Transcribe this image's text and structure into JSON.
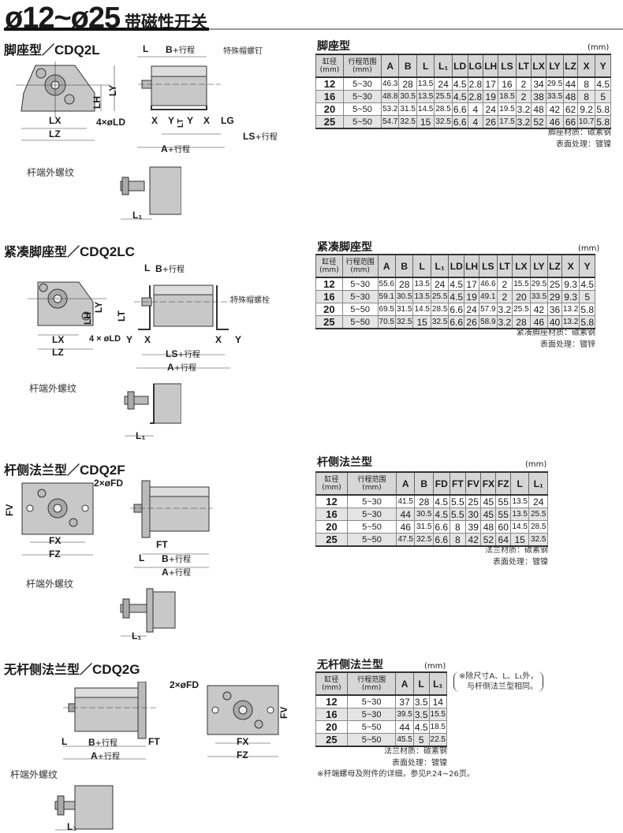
{
  "header": {
    "title": "ø12~ø25",
    "subtitle": "带磁性开关"
  },
  "sections": [
    {
      "title": "脚座型／",
      "model": "CDQ2L",
      "labels": {
        "L": "L",
        "B": "B",
        "stroke": "+行程",
        "screw": "特殊帽螺钉",
        "X": "X",
        "Y": "Y",
        "LT": "LT",
        "LG": "LG",
        "LS": "LS",
        "A": "A",
        "LX": "LX",
        "LZ": "LZ",
        "LH": "LH",
        "LY": "LY",
        "LD": "4×øLD",
        "rod": "杆端外螺纹",
        "L1": "L₁"
      }
    },
    {
      "title": "紧凑脚座型／",
      "model": "CDQ2LC",
      "labels": {
        "L": "L",
        "B": "B",
        "stroke": "+行程",
        "screw": "特殊帽螺栓",
        "X": "X",
        "Y": "Y",
        "LT": "LT",
        "LS": "LS",
        "A": "A",
        "LX": "LX",
        "LZ": "LZ",
        "LH": "LH",
        "LY": "LY",
        "LD": "4 × øLD",
        "rod": "杆端外螺纹",
        "L1": "L₁"
      }
    },
    {
      "title": "杆侧法兰型／",
      "model": "CDQ2F",
      "labels": {
        "FD": "2×øFD",
        "FV": "FV",
        "FX": "FX",
        "FZ": "FZ",
        "FT": "FT",
        "L": "L",
        "B": "B",
        "A": "A",
        "stroke": "+行程",
        "rod": "杆端外螺纹",
        "L1": "L₁"
      }
    },
    {
      "title": "无杆侧法兰型／",
      "model": "CDQ2G",
      "labels": {
        "FD": "2×øFD",
        "FV": "FV",
        "FX": "FX",
        "FZ": "FZ",
        "FT": "FT",
        "L": "L",
        "B": "B",
        "A": "A",
        "stroke": "+行程",
        "rod": "杆端外螺纹",
        "L1": "L₁"
      }
    }
  ],
  "tables": [
    {
      "title": "脚座型",
      "unit": "(mm)",
      "headers": [
        "缸径\n(mm)",
        "行程范围\n(mm)",
        "A",
        "B",
        "L",
        "L₁",
        "LD",
        "LG",
        "LH",
        "LS",
        "LT",
        "LX",
        "LY",
        "LZ",
        "X",
        "Y"
      ],
      "rows": [
        [
          "12",
          "5~30",
          "46.3",
          "28",
          "13.5",
          "24",
          "4.5",
          "2.8",
          "17",
          "16",
          "2",
          "34",
          "29.5",
          "44",
          "8",
          "4.5"
        ],
        [
          "16",
          "5~30",
          "48.8",
          "30.5",
          "13.5",
          "25.5",
          "4.5",
          "2.8",
          "19",
          "18.5",
          "2",
          "38",
          "33.5",
          "48",
          "8",
          "5"
        ],
        [
          "20",
          "5~50",
          "53.2",
          "31.5",
          "14.5",
          "28.5",
          "6.6",
          "4",
          "24",
          "19.5",
          "3.2",
          "48",
          "42",
          "62",
          "9.2",
          "5.8"
        ],
        [
          "25",
          "5~50",
          "54.7",
          "32.5",
          "15",
          "32.5",
          "6.6",
          "4",
          "26",
          "17.5",
          "3.2",
          "52",
          "46",
          "66",
          "10.7",
          "5.8"
        ]
      ],
      "notes": [
        "脚座材质：碳素钢",
        "表面处理：镀镍"
      ]
    },
    {
      "title": "紧凑脚座型",
      "unit": "(mm)",
      "headers": [
        "缸径\n(mm)",
        "行程范围\n(mm)",
        "A",
        "B",
        "L",
        "L₁",
        "LD",
        "LH",
        "LS",
        "LT",
        "LX",
        "LY",
        "LZ",
        "X",
        "Y"
      ],
      "rows": [
        [
          "12",
          "5~30",
          "55.6",
          "28",
          "13.5",
          "24",
          "4.5",
          "17",
          "46.6",
          "2",
          "15.5",
          "29.5",
          "25",
          "9.3",
          "4.5"
        ],
        [
          "16",
          "5~30",
          "59.1",
          "30.5",
          "13.5",
          "25.5",
          "4.5",
          "19",
          "49.1",
          "2",
          "20",
          "33.5",
          "29",
          "9.3",
          "5"
        ],
        [
          "20",
          "5~50",
          "69.5",
          "31.5",
          "14.5",
          "28.5",
          "6.6",
          "24",
          "57.9",
          "3.2",
          "25.5",
          "42",
          "36",
          "13.2",
          "5.8"
        ],
        [
          "25",
          "5~50",
          "70.5",
          "32.5",
          "15",
          "32.5",
          "6.6",
          "26",
          "58.9",
          "3.2",
          "28",
          "46",
          "40",
          "13.2",
          "5.8"
        ]
      ],
      "notes": [
        "紧凑脚座材质：碳素钢",
        "表面处理：镀锌"
      ]
    },
    {
      "title": "杆侧法兰型",
      "unit": "(mm)",
      "headers": [
        "缸径\n(mm)",
        "行程范围\n(mm)",
        "A",
        "B",
        "FD",
        "FT",
        "FV",
        "FX",
        "FZ",
        "L",
        "L₁"
      ],
      "rows": [
        [
          "12",
          "5~30",
          "41.5",
          "28",
          "4.5",
          "5.5",
          "25",
          "45",
          "55",
          "13.5",
          "24"
        ],
        [
          "16",
          "5~30",
          "44",
          "30.5",
          "4.5",
          "5.5",
          "30",
          "45",
          "55",
          "13.5",
          "25.5"
        ],
        [
          "20",
          "5~50",
          "46",
          "31.5",
          "6.6",
          "8",
          "39",
          "48",
          "60",
          "14.5",
          "28.5"
        ],
        [
          "25",
          "5~50",
          "47.5",
          "32.5",
          "6.6",
          "8",
          "42",
          "52",
          "64",
          "15",
          "32.5"
        ]
      ],
      "notes": [
        "法兰材质：碳素钢",
        "表面处理：镀镍"
      ]
    },
    {
      "title": "无杆侧法兰型",
      "unit": "(mm)",
      "headers": [
        "缸径\n(mm)",
        "行程范围\n(mm)",
        "A",
        "L",
        "L₁"
      ],
      "rows": [
        [
          "12",
          "5~30",
          "37",
          "3.5",
          "14"
        ],
        [
          "16",
          "5~30",
          "39.5",
          "3.5",
          "15.5"
        ],
        [
          "20",
          "5~50",
          "44",
          "4.5",
          "18.5"
        ],
        [
          "25",
          "5~50",
          "45.5",
          "5",
          "22.5"
        ]
      ],
      "notes": [
        "法兰材质：碳素钢",
        "表面处理：镀镍"
      ],
      "side_note": [
        "※除尺寸A、L、L₁外，",
        "与杆侧法兰型相同。"
      ],
      "footer": "※杆端螺母及附件的详细，参见P.24~26页。"
    }
  ]
}
